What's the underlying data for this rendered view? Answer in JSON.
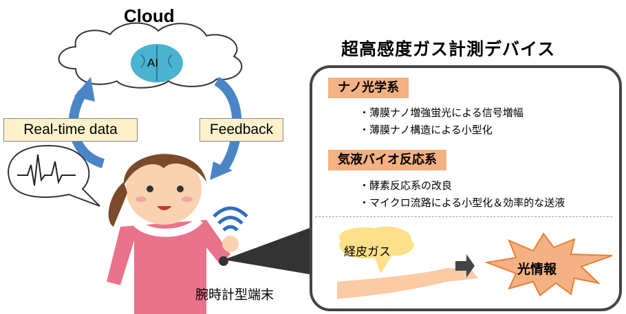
{
  "cloud": {
    "title": "Cloud",
    "ai_label": "AI"
  },
  "labels": {
    "realtime": "Real-time data",
    "feedback": "Feedback"
  },
  "device": {
    "title": "超高感度ガス計測デバイス",
    "sections": [
      {
        "tag": "ナノ光学系",
        "bullets": [
          "・薄膜ナノ増強蛍光による信号増幅",
          "・薄膜ナノ構造による小型化"
        ]
      },
      {
        "tag": "気液バイオ反応系",
        "bullets": [
          "・酵素反応系の改良",
          "・マイクロ流路による小型化＆効率的な送液"
        ]
      }
    ],
    "gas_label": "経皮ガス",
    "light_label": "光情報"
  },
  "watch_label": "腕時計型端末",
  "colors": {
    "tag": "#f4b183",
    "label_box": "#fdf2cc",
    "arrow": "#4a86c5",
    "brain": "#4bb3d0"
  }
}
